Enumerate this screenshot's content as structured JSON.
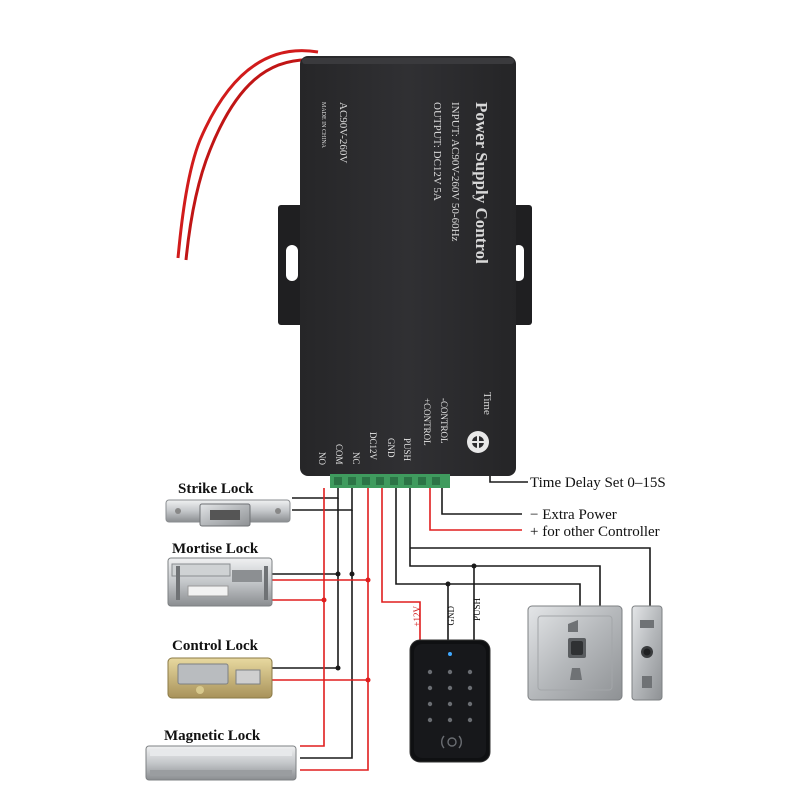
{
  "controller": {
    "title": "Power Supply Control",
    "input_spec": "INPUT: AC90V-260V 50-60Hz",
    "output_spec": "OUTPUT: DC12V 5A",
    "voltage_range": "AC90V-260V",
    "origin": "MADE IN CHINA",
    "time_knob_label": "Time",
    "terminals": [
      "-CONTROL",
      "+CONTROL",
      "PUSH",
      "GND",
      "DC12V",
      "NC",
      "COM",
      "NO"
    ]
  },
  "callouts": {
    "time_delay": "Time Delay Set 0–15S",
    "extra_power_minus": "−  Extra Power",
    "extra_power_plus": "+  for other Controller"
  },
  "locks": {
    "strike": "Strike Lock",
    "mortise": "Mortise Lock",
    "control": "Control Lock",
    "magnetic": "Magnetic Lock"
  },
  "keypad_wires": {
    "plus12v": "+12V",
    "gnd": "GND",
    "push": "PUSH"
  },
  "colors": {
    "controller_body": "#2b2b2d",
    "wire_red": "#e01e1e",
    "wire_black": "#1a1a1a",
    "terminal_green": "#3f9b5e",
    "steel": "#b9bcbf"
  }
}
